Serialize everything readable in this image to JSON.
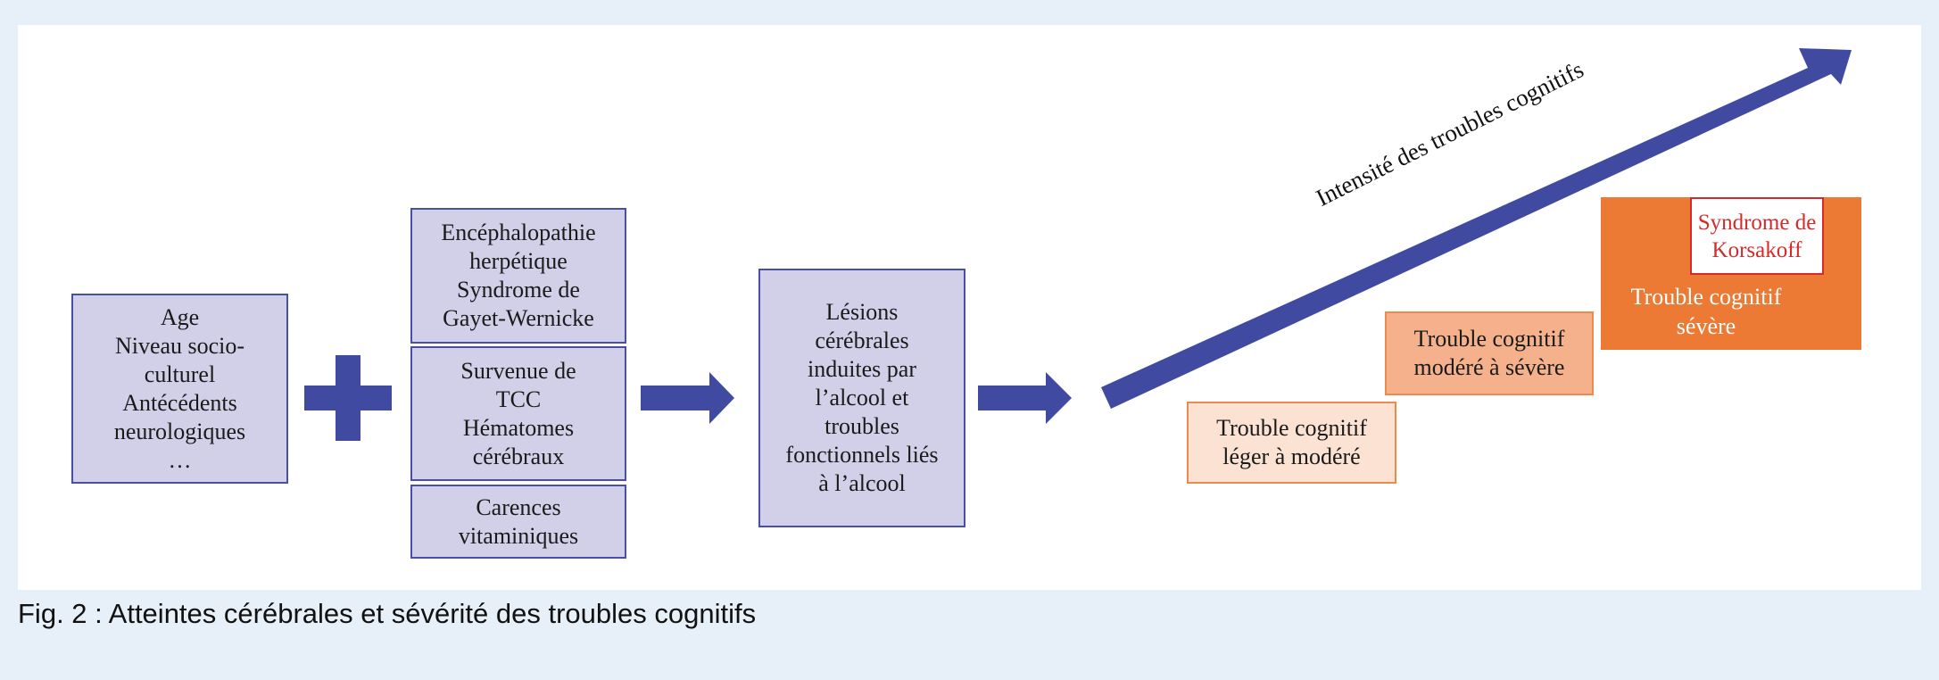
{
  "factors_left": {
    "text": "Age\nNiveau socio-\nculturel\nAntécédents\nneurologiques\n…"
  },
  "factors_middle": [
    {
      "text": "Encéphalopathie\nherpétique\nSyndrome de\nGayet-Wernicke"
    },
    {
      "text": "Survenue de\nTCC\nHématomes\ncérébraux"
    },
    {
      "text": "Carences\nvitaminiques"
    }
  ],
  "lesions": {
    "text": "Lésions\ncérébrales\ninduites par\nl’alcool et\ntroubles\nfonctionnels liés\nà l’alcool"
  },
  "intensity_label": "Intensité des troubles cognitifs",
  "severity_levels": [
    {
      "text": "Trouble cognitif\nléger à modéré"
    },
    {
      "text": "Trouble cognitif\nmodéré à sévère"
    },
    {
      "text": "Trouble cognitif\nsévère"
    }
  ],
  "korsakoff": {
    "text": "Syndrome de\nKorsakoff"
  },
  "caption": "Fig. 2 : Atteintes cérébrales et sévérité des troubles cognitifs",
  "colors": {
    "purple_fill": "#d1d0e8",
    "purple_border": "#4a4fa6",
    "arrow_blue": "#3f4aa0",
    "orange_light": "#fbe2d3",
    "orange_mid": "#f5b18c",
    "orange_dark": "#ec7a34",
    "korsakoff_red": "#d42a2a",
    "background": "#e7eff8"
  }
}
